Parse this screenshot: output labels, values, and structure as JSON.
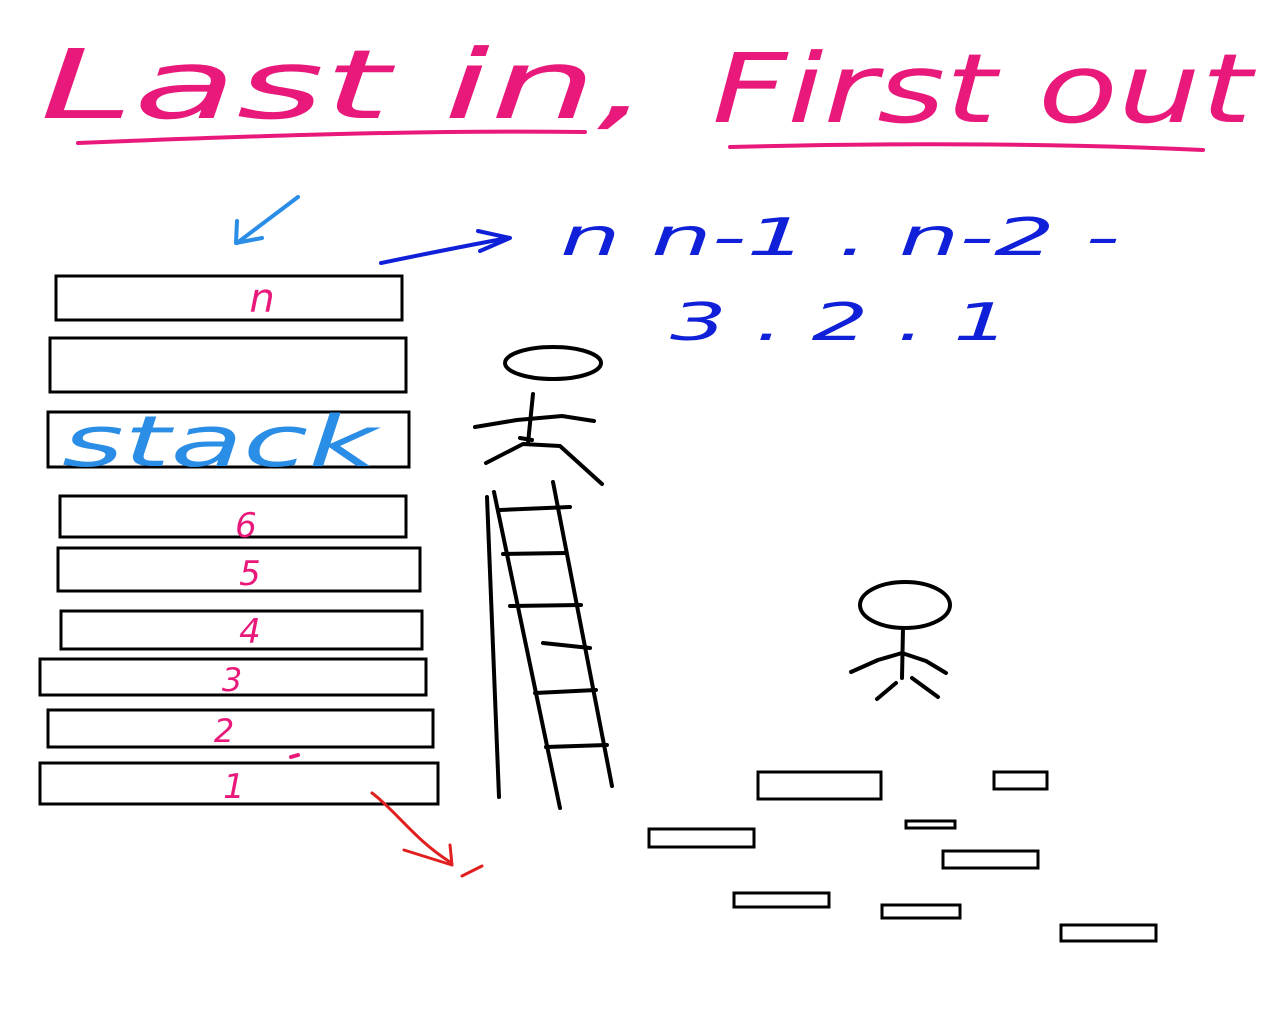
{
  "title": {
    "part1": "Last in,",
    "part2": "First out",
    "color": "#e8197a"
  },
  "sequence": {
    "line1": "n   n-1 .  n-2 -",
    "line2": "3 .  2 .   1",
    "color": "#1020d8"
  },
  "stack": {
    "label": "stack",
    "label_color": "#2a8de6",
    "box_labels": [
      "n",
      "",
      "",
      "6",
      "5",
      "4",
      "3",
      "2",
      "1"
    ],
    "box_label_color": "#e8197a"
  },
  "colors": {
    "ink": "#000000",
    "arrow_blue_light": "#2a8de6",
    "arrow_blue_dark": "#1020d8",
    "arrow_red": "#e02020"
  }
}
